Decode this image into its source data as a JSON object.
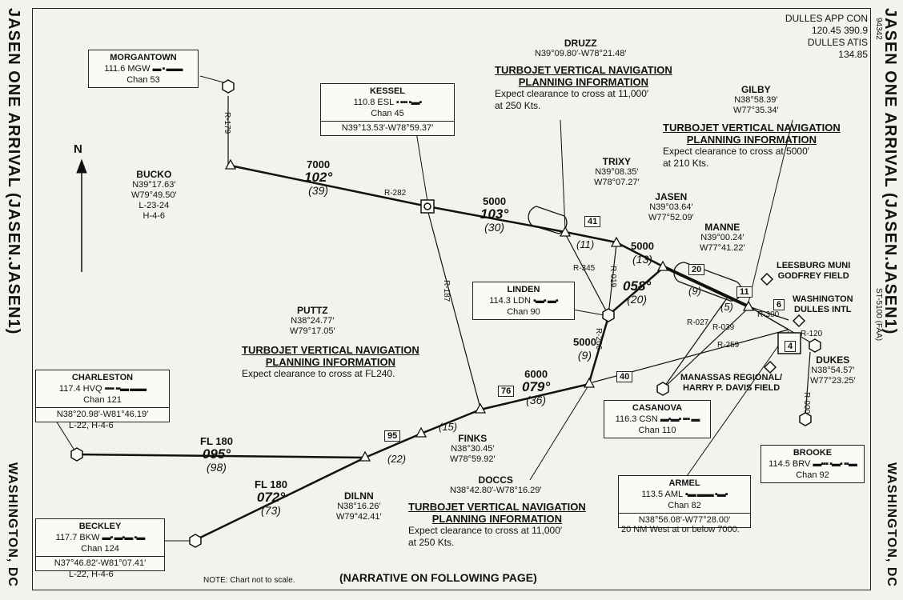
{
  "title": "JASEN ONE ARRIVAL (JASEN.JASEN1)",
  "location": "WASHINGTON, DC",
  "doc_number": "94342",
  "procedure_number": "ST-5100 (FAA)",
  "frequencies": [
    "DULLES APP CON",
    "120.45 390.9",
    "DULLES ATIS",
    "134.85"
  ],
  "north_label": "N",
  "navaids": {
    "morgantown": {
      "name": "MORGANTOWN",
      "freq": "111.6 MGW",
      "morse": "▬ ▪ ▬▬",
      "chan": "Chan 53"
    },
    "kessel": {
      "name": "KESSEL",
      "freq": "110.8 ESL",
      "morse": "▪ ▪▪▪ ▪▬▪",
      "chan": "Chan 45",
      "coord": "N39°13.53′-W78°59.37′"
    },
    "linden": {
      "name": "LINDEN",
      "freq": "114.3 LDN",
      "morse": "▪▬▪ ▬▪",
      "chan": "Chan 90"
    },
    "charleston": {
      "name": "CHARLESTON",
      "freq": "117.4 HVQ",
      "morse": "▪▪▪▪ ▪▪▬ ▬▬",
      "chan": "Chan 121",
      "coord": "N38°20.98′-W81°46.19′",
      "extra": "L-22, H-4-6"
    },
    "beckley": {
      "name": "BECKLEY",
      "freq": "117.7 BKW",
      "morse": "▬▪ ▬▪▬ ▪▬",
      "chan": "Chan 124",
      "coord": "N37°46.82′-W81°07.41′",
      "extra": "L-22, H-4-6"
    },
    "casanova": {
      "name": "CASANOVA",
      "freq": "116.3 CSN",
      "morse": "▬▪▬▪ ▪▪▪ ▬",
      "chan": "Chan 110"
    },
    "armel": {
      "name": "ARMEL",
      "freq": "113.5 AML",
      "morse": "▪▬ ▬▬ ▪▬▪",
      "chan": "Chan 82",
      "coord": "N38°56.08′-W77°28.00′",
      "extra": "20 NM West at or below 7000."
    },
    "brooke": {
      "name": "BROOKE",
      "freq": "114.5 BRV",
      "morse": "▬▪▪▪ ▪▬▪ ▪▪▬",
      "chan": "Chan 92"
    }
  },
  "fixes": {
    "bucko": {
      "name": "BUCKO",
      "lat": "N39°17.63′",
      "lon": "W79°49.50′",
      "ref1": "L-23-24",
      "ref2": "H-4-6"
    },
    "druzz": {
      "name": "DRUZZ",
      "coord": "N39°09.80′-W78°21.48′"
    },
    "gilby": {
      "name": "GILBY",
      "lat": "N38°58.39′",
      "lon": "W77°35.34′"
    },
    "trixy": {
      "name": "TRIXY",
      "lat": "N39°08.35′",
      "lon": "W78°07.27′"
    },
    "jasen": {
      "name": "JASEN",
      "lat": "N39°03.64′",
      "lon": "W77°52.09′"
    },
    "manne": {
      "name": "MANNE",
      "lat": "N39°00.24′",
      "lon": "W77°41.22′"
    },
    "puttz": {
      "name": "PUTTZ",
      "lat": "N38°24.77′",
      "lon": "W79°17.05′"
    },
    "finks": {
      "name": "FINKS",
      "lat": "N38°30.45′",
      "lon": "W78°59.92′"
    },
    "dilnn": {
      "name": "DILNN",
      "lat": "N38°16.26′",
      "lon": "W79°42.41′"
    },
    "doccs": {
      "name": "DOCCS",
      "coord": "N38°42.80′-W78°16.29′"
    },
    "dukes": {
      "name": "DUKES",
      "lat": "N38°54.57′",
      "lon": "W77°23.25′"
    }
  },
  "airports": {
    "leesburg": [
      "LEESBURG MUNI",
      "GODFREY FIELD"
    ],
    "dulles": [
      "WASHINGTON",
      "DULLES INTL"
    ],
    "manassas": [
      "MANASSAS REGIONAL/",
      "HARRY P. DAVIS FIELD"
    ]
  },
  "tvnp": {
    "druzz": {
      "heading1": "TURBOJET VERTICAL NAVIGATION",
      "heading2": "PLANNING INFORMATION",
      "text1": "Expect clearance to cross at 11,000′",
      "text2": "at 250 Kts."
    },
    "gilby": {
      "heading1": "TURBOJET VERTICAL NAVIGATION",
      "heading2": "PLANNING INFORMATION",
      "text1": "Expect clearance to cross at 5000′",
      "text2": "at 210 Kts."
    },
    "puttz": {
      "heading1": "TURBOJET VERTICAL NAVIGATION",
      "heading2": "PLANNING INFORMATION",
      "text1": "Expect clearance to cross at FL240."
    },
    "doccs": {
      "heading1": "TURBOJET VERTICAL NAVIGATION",
      "heading2": "PLANNING INFORMATION",
      "text1": "Expect clearance to cross at 11,000′",
      "text2": "at 250 Kts."
    }
  },
  "segments": {
    "bucko_kessel": {
      "alt": "7000",
      "course": "102°",
      "dist": "(39)"
    },
    "kessel_trixy": {
      "alt": "5000",
      "course": "103°",
      "dist": "(30)"
    },
    "trixy_jasen": {
      "alt": "5000",
      "dist": "(13)"
    },
    "hvq_dilnn": {
      "alt": "FL 180",
      "course": "095°",
      "dist": "(98)"
    },
    "bkw_dilnn": {
      "alt": "FL 180",
      "course": "072°",
      "dist": "(73)"
    },
    "finks_doccs": {
      "alt": "6000",
      "course": "079°",
      "dist": "(36)"
    },
    "linden_jasen": {
      "course": "058°",
      "dist": "(20)"
    },
    "doccs_linden": {
      "alt": "5000",
      "dist": "(9)"
    }
  },
  "distances": {
    "trixy_leg": "(11)",
    "manne_leg": "(9)",
    "manne_dukes": "(5)",
    "dilnn_puttz": "(22)",
    "puttz_finks": "(15)"
  },
  "mea_boxes": [
    "41",
    "20",
    "11",
    "6",
    "4",
    "40",
    "76",
    "95"
  ],
  "radials": {
    "r179": "R-179",
    "r282": "R-282",
    "r187": "R-187",
    "r345": "R-345",
    "r019": "R-019",
    "r206": "R-206",
    "r027": "R-027",
    "r039": "R-039",
    "r259": "R-259",
    "r300": "R-300",
    "r120": "R-120",
    "r000": "R-000"
  },
  "note": "NOTE: Chart not to scale.",
  "narrative": "(NARRATIVE ON FOLLOWING PAGE)"
}
